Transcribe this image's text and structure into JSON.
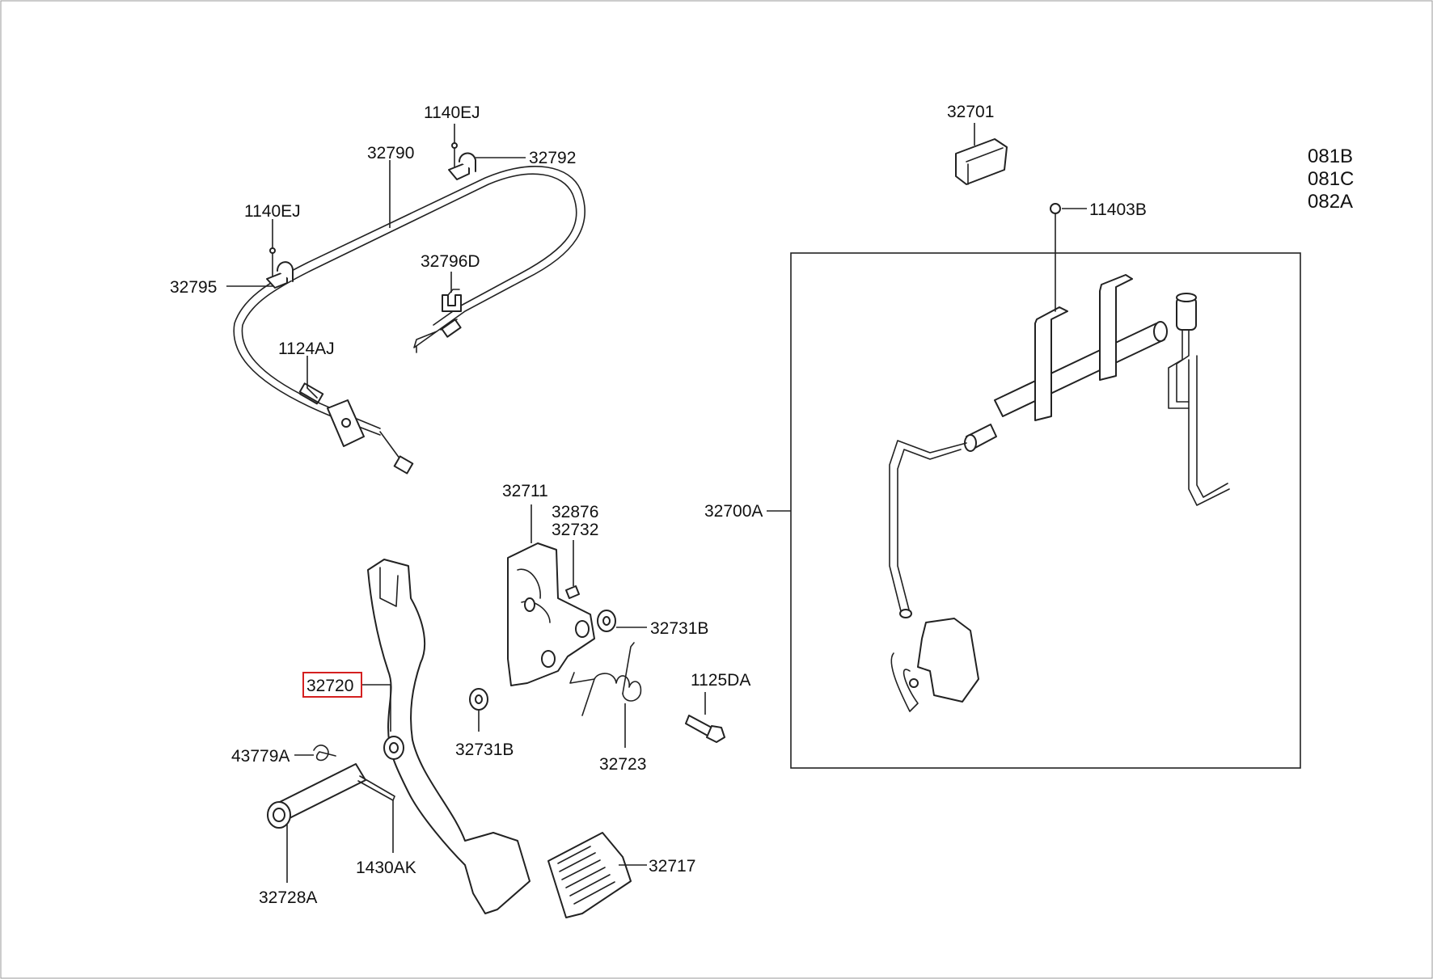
{
  "diagram": {
    "variant_codes": [
      "081B",
      "081C",
      "082A"
    ],
    "highlighted_part": "32720",
    "part_labels": {
      "p32701": "32701",
      "p11403B": "11403B",
      "p1140EJ_top": "1140EJ",
      "p32792": "32792",
      "p32790": "32790",
      "p1140EJ_left": "1140EJ",
      "p32795": "32795",
      "p32796D": "32796D",
      "p1124AJ": "1124AJ",
      "p32700A": "32700A",
      "p32711": "32711",
      "p32876": "32876",
      "p32732": "32732",
      "p32731B_right": "32731B",
      "p1125DA": "1125DA",
      "p32720": "32720",
      "p43779A": "43779A",
      "p32731B_lower": "32731B",
      "p32723": "32723",
      "p32717": "32717",
      "p1430AK": "1430AK",
      "p32728A": "32728A"
    }
  }
}
